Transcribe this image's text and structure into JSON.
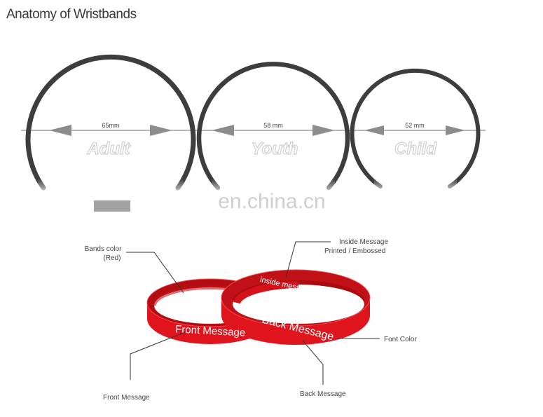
{
  "title": "Anatomy of Wristbands",
  "sizes": [
    {
      "label": "Adult",
      "measure": "65mm"
    },
    {
      "label": "Youth",
      "measure": "58 mm"
    },
    {
      "label": "Child",
      "measure": "52 mm"
    }
  ],
  "watermark": "en.china.cn",
  "band_text": {
    "inside": "inside message",
    "front": "Front Message",
    "back": "Back Message"
  },
  "callouts": {
    "bands_color_1": "Bands color",
    "bands_color_2": "(Red)",
    "inside_message_1": "Inside Message",
    "inside_message_2": "Printed / Embossed",
    "font_color": "Font Color",
    "front_message": "Front Message",
    "back_message": "Back Message"
  },
  "colors": {
    "ring": "#3d3d3d",
    "band": "#e0141c",
    "band_dark": "#b30d12",
    "band_light": "#f24a4e",
    "arrow": "#8c8c8c"
  }
}
